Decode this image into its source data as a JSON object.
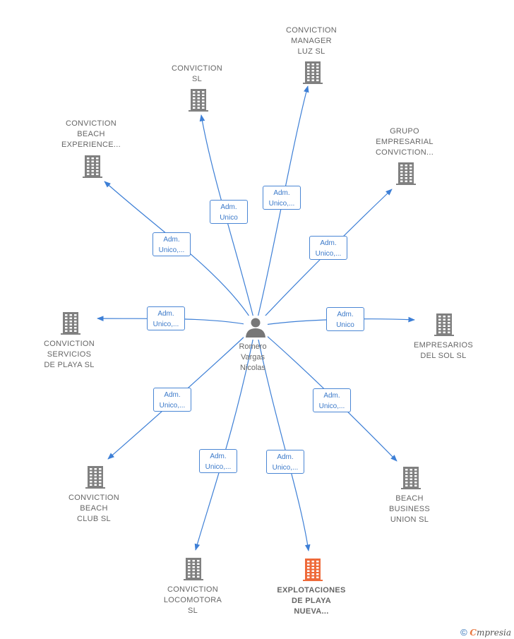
{
  "colors": {
    "edge": "#3d7fd6",
    "building": "#808080",
    "building_highlight": "#ee6a3a",
    "person": "#777777",
    "label": "#666666"
  },
  "center": {
    "name_lines": [
      "Romero",
      "Vargas",
      "Nicolas"
    ],
    "icon": "person-icon"
  },
  "companies": [
    {
      "key": "conviction-manager-luz",
      "lines": [
        "CONVICTION",
        "MANAGER",
        "LUZ  SL"
      ],
      "role": [
        "Adm.",
        "Unico,..."
      ],
      "highlight": false
    },
    {
      "key": "conviction-sl",
      "lines": [
        "CONVICTION",
        "SL"
      ],
      "role": [
        "Adm.",
        "Unico"
      ],
      "highlight": false
    },
    {
      "key": "conviction-beach-experience",
      "lines": [
        "CONVICTION",
        "BEACH",
        "EXPERIENCE..."
      ],
      "role": [
        "Adm.",
        "Unico,..."
      ],
      "highlight": false
    },
    {
      "key": "grupo-empresarial-conviction",
      "lines": [
        "GRUPO",
        "EMPRESARIAL",
        "CONVICTION..."
      ],
      "role": [
        "Adm.",
        "Unico,..."
      ],
      "highlight": false
    },
    {
      "key": "conviction-servicios-de-playa",
      "lines": [
        "CONVICTION",
        "SERVICIOS",
        "DE PLAYA  SL"
      ],
      "role": [
        "Adm.",
        "Unico,..."
      ],
      "highlight": false
    },
    {
      "key": "empresarios-del-sol",
      "lines": [
        "EMPRESARIOS",
        "DEL SOL  SL"
      ],
      "role": [
        "Adm.",
        "Unico"
      ],
      "highlight": false
    },
    {
      "key": "conviction-beach-club",
      "lines": [
        "CONVICTION",
        "BEACH",
        "CLUB  SL"
      ],
      "role": [
        "Adm.",
        "Unico,..."
      ],
      "highlight": false
    },
    {
      "key": "beach-business-union",
      "lines": [
        "BEACH",
        "BUSINESS",
        "UNION  SL"
      ],
      "role": [
        "Adm.",
        "Unico,..."
      ],
      "highlight": false
    },
    {
      "key": "conviction-locomotora",
      "lines": [
        "CONVICTION",
        "LOCOMOTORA",
        "SL"
      ],
      "role": [
        "Adm.",
        "Unico,..."
      ],
      "highlight": false
    },
    {
      "key": "explotaciones-de-playa-nueva",
      "lines": [
        "EXPLOTACIONES",
        "DE PLAYA",
        "NUEVA..."
      ],
      "role": [
        "Adm.",
        "Unico,..."
      ],
      "highlight": true
    }
  ],
  "footer": {
    "copyright": "©",
    "brand_first": "C",
    "brand_rest": "mpresia"
  }
}
